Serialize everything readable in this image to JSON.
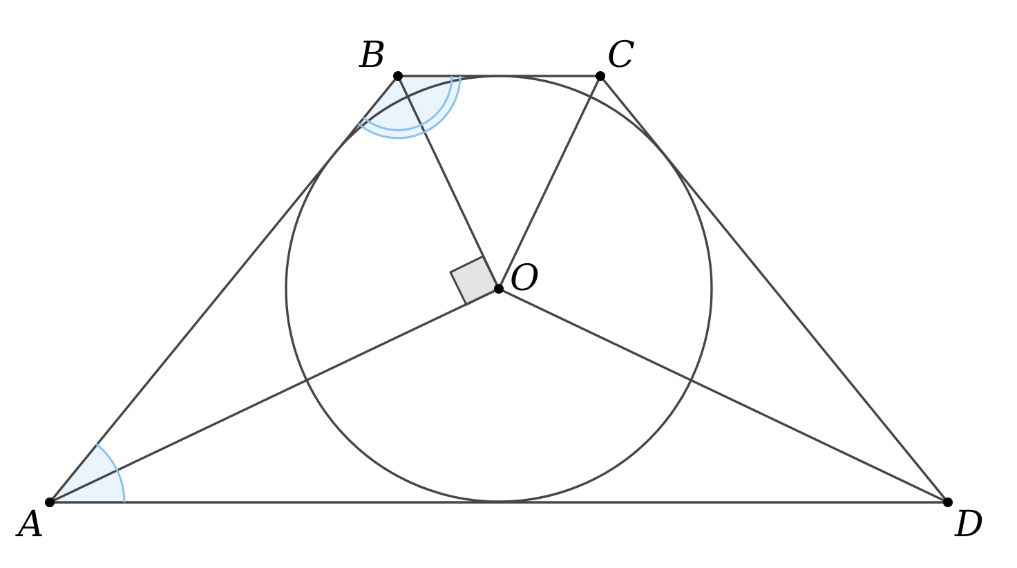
{
  "diagram": {
    "colors": {
      "line": "#464646",
      "point": "#000000",
      "angle_arc": "#87c3f0",
      "angle_fill": "#eaf4fd",
      "right_angle_fill": "#e4e4e4"
    },
    "points": {
      "A": {
        "label": "A"
      },
      "B": {
        "label": "B"
      },
      "C": {
        "label": "C"
      },
      "D": {
        "label": "D"
      },
      "O": {
        "label": "O"
      }
    }
  }
}
